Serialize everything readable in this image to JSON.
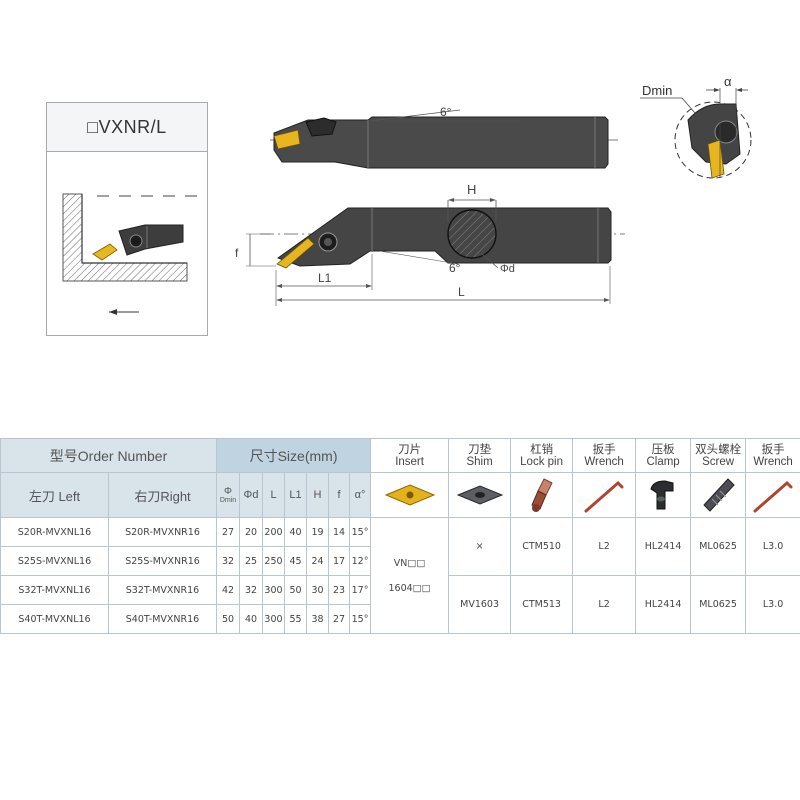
{
  "product": {
    "code_prefix_box": "□",
    "code": "VXNR/L"
  },
  "drawing_labels": {
    "angle_top": "6°",
    "dim_H": "H",
    "dim_f": "f",
    "dim_L1": "L1",
    "dim_L": "L",
    "angle_bottom": "6°",
    "dim_phid": "Φd",
    "dim_Dmin": "Dmin",
    "dim_alpha": "α"
  },
  "table": {
    "header": {
      "order_number": "型号Order Number",
      "size": "尺寸Size(mm)",
      "left": "左刀 Left",
      "right": "右刀Right",
      "col_phi": "Φ",
      "col_dmin": "Dmin",
      "col_phid": "Φd",
      "col_L": "L",
      "col_L1": "L1",
      "col_H": "H",
      "col_f": "f",
      "col_alpha": "α°"
    },
    "accessories": [
      {
        "cn": "刀片",
        "en": "Insert",
        "icon": "insert-icon"
      },
      {
        "cn": "刀垫",
        "en": "Shim",
        "icon": "shim-icon"
      },
      {
        "cn": "杠销",
        "en": "Lock pin",
        "icon": "lock-pin-icon"
      },
      {
        "cn": "扳手",
        "en": "Wrench",
        "icon": "wrench-icon"
      },
      {
        "cn": "压板",
        "en": "Clamp",
        "icon": "clamp-icon"
      },
      {
        "cn": "双头螺栓",
        "en": "Screw",
        "icon": "screw-icon"
      },
      {
        "cn": "扳手",
        "en": "Wrench",
        "icon": "wrench-icon"
      }
    ],
    "rows": [
      {
        "left": "S20R-MVXNL16",
        "right": "S20R-MVXNR16",
        "dmin": "27",
        "d": "20",
        "L": "200",
        "L1": "40",
        "H": "19",
        "f": "14",
        "alpha": "15°"
      },
      {
        "left": "S25S-MVXNL16",
        "right": "S25S-MVXNR16",
        "dmin": "32",
        "d": "25",
        "L": "250",
        "L1": "45",
        "H": "24",
        "f": "17",
        "alpha": "12°"
      },
      {
        "left": "S32T-MVXNL16",
        "right": "S32T-MVXNR16",
        "dmin": "42",
        "d": "32",
        "L": "300",
        "L1": "50",
        "H": "30",
        "f": "23",
        "alpha": "17°"
      },
      {
        "left": "S40T-MVXNL16",
        "right": "S40T-MVXNR16",
        "dmin": "50",
        "d": "40",
        "L": "300",
        "L1": "55",
        "H": "38",
        "f": "27",
        "alpha": "15°"
      }
    ],
    "insert_line1": "VN□□",
    "insert_line2": "1604□□",
    "group1": {
      "shim": "×",
      "lockpin": "CTM510",
      "wrench": "L2",
      "clamp": "HL2414",
      "screw": "ML0625",
      "wrench2": "L3.0"
    },
    "group2": {
      "shim": "MV1603",
      "lockpin": "CTM513",
      "wrench": "L2",
      "clamp": "HL2414",
      "screw": "ML0625",
      "wrench2": "L3.0"
    }
  }
}
